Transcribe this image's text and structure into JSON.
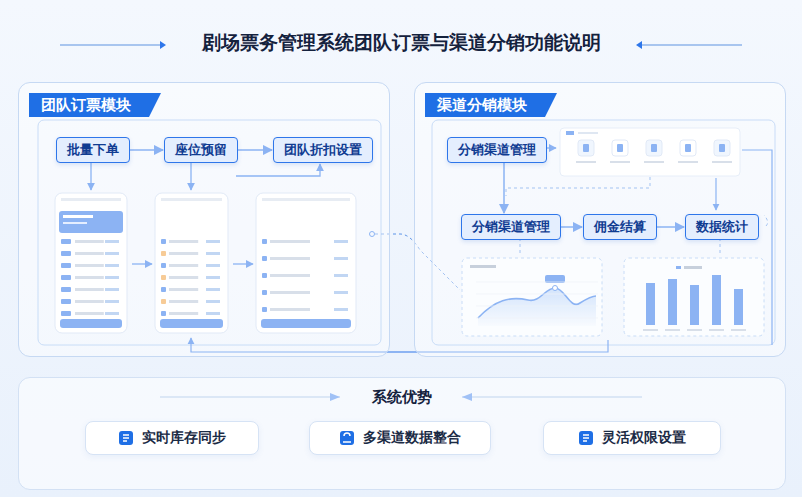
{
  "diagram": {
    "title": "剧场票务管理系统团队订票与渠道分销功能说明",
    "nodes": [
      {
        "text": [
          "团队订票模块"
        ]
      },
      {
        "text": [
          "批量下单"
        ],
        "in": 0
      },
      {
        "text": [
          "座位预留"
        ],
        "in": 0
      },
      {
        "text": [
          "团队折扣设置"
        ],
        "in": 0
      },
      {
        "text": [
          "渠道分销模块"
        ]
      },
      {
        "text": [
          "分销渠道管理"
        ],
        "in": 4
      },
      {
        "text": [
          "分销渠道管理"
        ],
        "in": 4
      },
      {
        "text": [
          "佣金结算"
        ],
        "in": 4
      },
      {
        "text": [
          "数据统计"
        ],
        "in": 4
      },
      {
        "text": [
          "系统优势"
        ]
      },
      {
        "text": [
          "实时库存同步"
        ],
        "in": 9
      },
      {
        "text": [
          "多渠道数据整合"
        ],
        "in": 9
      },
      {
        "text": [
          "灵活权限设置"
        ],
        "in": 9
      }
    ],
    "edges": [
      {
        "from": 1,
        "to": 2,
        "arrow": "to"
      },
      {
        "from": 2,
        "to": 3,
        "arrow": "to"
      },
      {
        "from": 5,
        "to": 6,
        "arrow": "to"
      },
      {
        "from": 6,
        "to": 7,
        "arrow": "to"
      },
      {
        "from": 7,
        "to": 8,
        "arrow": "to"
      }
    ]
  }
}
